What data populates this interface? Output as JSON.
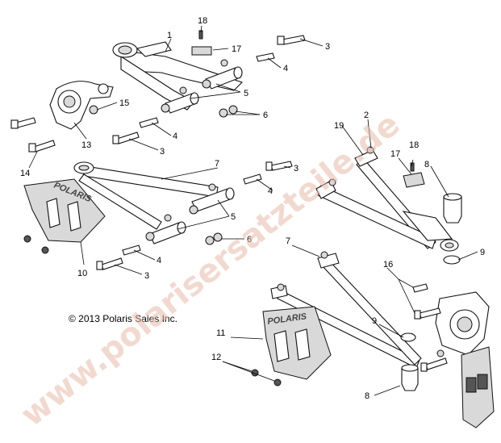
{
  "copyright": "© 2013 Polaris Sales Inc.",
  "watermark": "www.polarisersatzteile.de",
  "guard_logo": "POLARIS",
  "callouts": {
    "c1": "1",
    "c2": "2",
    "c3a": "3",
    "c3b": "3",
    "c3c": "3",
    "c3d": "3",
    "c4a": "4",
    "c4b": "4",
    "c4c": "4",
    "c4d": "4",
    "c5a": "5",
    "c5b": "5",
    "c6a": "6",
    "c6b": "6",
    "c7a": "7",
    "c7b": "7",
    "c8a": "8",
    "c8b": "8",
    "c9a": "9",
    "c9b": "9",
    "c10": "10",
    "c11": "11",
    "c12": "12",
    "c13": "13",
    "c14": "14",
    "c15": "15",
    "c16": "16",
    "c17a": "17",
    "c17b": "17",
    "c18a": "18",
    "c18b": "18",
    "c19": "19"
  }
}
